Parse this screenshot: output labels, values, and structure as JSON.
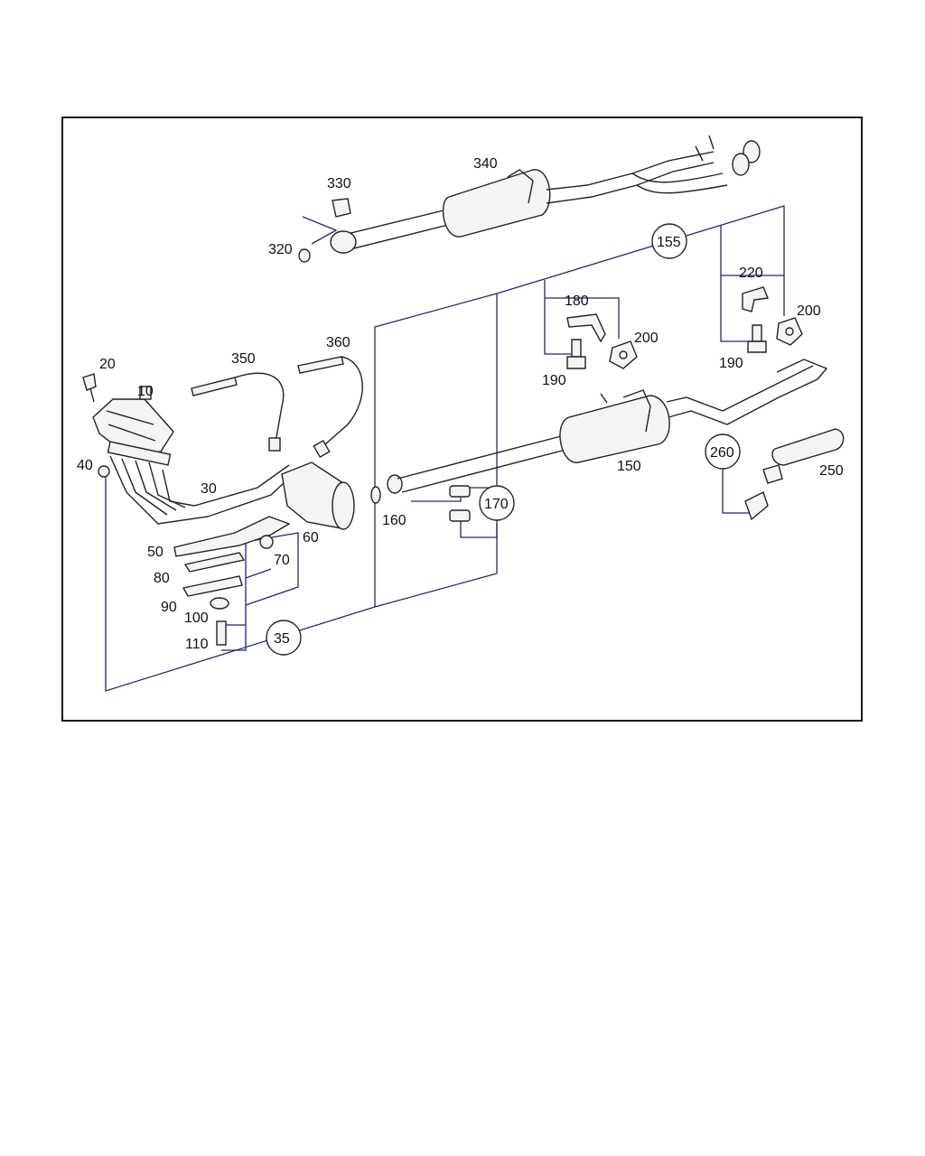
{
  "labels": {
    "l10": "10",
    "l20": "20",
    "l30": "30",
    "l35": "35",
    "l40": "40",
    "l50": "50",
    "l60": "60",
    "l70": "70",
    "l80": "80",
    "l90": "90",
    "l100": "100",
    "l110": "110",
    "l150": "150",
    "l155": "155",
    "l160": "160",
    "l170": "170",
    "l180": "180",
    "l190a": "190",
    "l190b": "190",
    "l200a": "200",
    "l200b": "200",
    "l220": "220",
    "l250": "250",
    "l260": "260",
    "l320": "320",
    "l330": "330",
    "l340": "340",
    "l350": "350",
    "l360": "360"
  }
}
